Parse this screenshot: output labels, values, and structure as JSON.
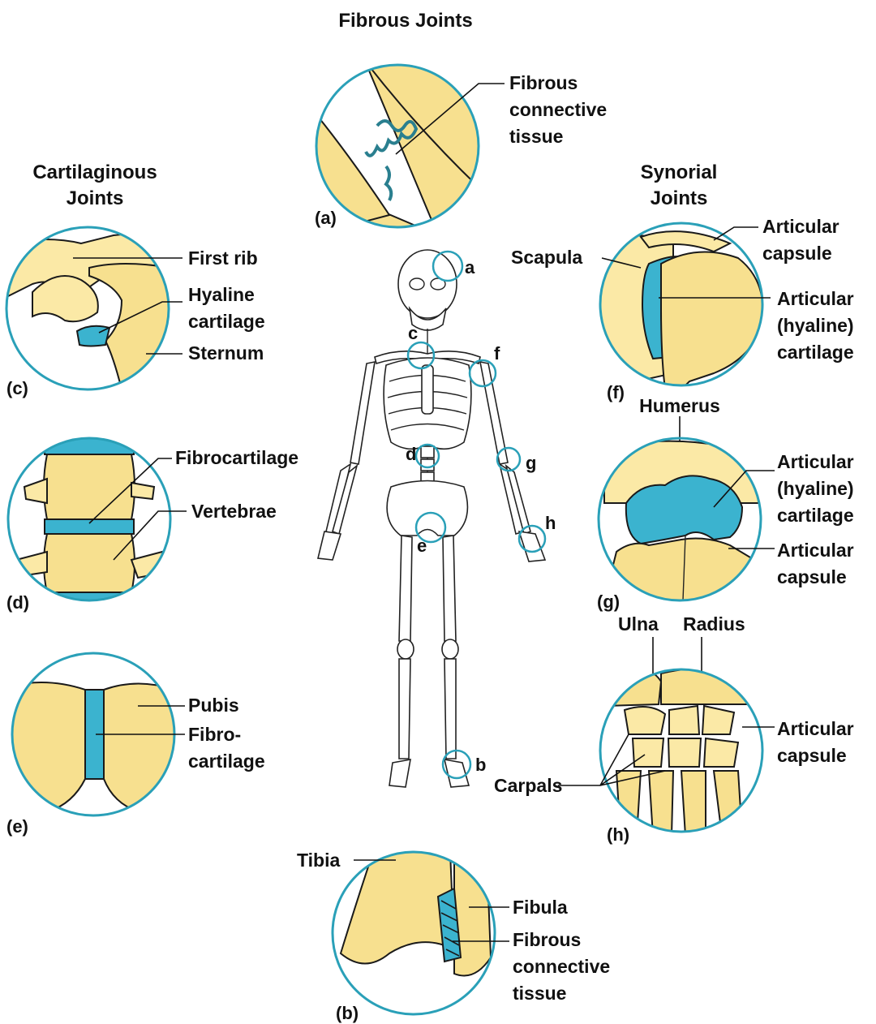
{
  "headings": {
    "fibrous": "Fibrous Joints",
    "cartilaginous_1": "Cartilaginous",
    "cartilaginous_2": "Joints",
    "synovial_1": "Synorial",
    "synovial_2": "Joints"
  },
  "panel_a": {
    "tag": "(a)",
    "label_1": "Fibrous",
    "label_2": "connective",
    "label_3": "tissue"
  },
  "panel_b": {
    "tag": "(b)",
    "tibia": "Tibia",
    "fibula": "Fibula",
    "tissue_1": "Fibrous",
    "tissue_2": "connective",
    "tissue_3": "tissue"
  },
  "panel_c": {
    "tag": "(c)",
    "first_rib": "First rib",
    "hyaline_1": "Hyaline",
    "hyaline_2": "cartilage",
    "sternum": "Sternum"
  },
  "panel_d": {
    "tag": "(d)",
    "fibrocartilage": "Fibrocartilage",
    "vertebrae": "Vertebrae"
  },
  "panel_e": {
    "tag": "(e)",
    "pubis": "Pubis",
    "fibro_1": "Fibro-",
    "fibro_2": "cartilage"
  },
  "panel_f": {
    "tag": "(f)",
    "scapula": "Scapula",
    "capsule_1": "Articular",
    "capsule_2": "capsule",
    "cart_1": "Articular",
    "cart_2": "(hyaline)",
    "cart_3": "cartilage"
  },
  "panel_g": {
    "tag": "(g)",
    "humerus": "Humerus",
    "cart_1": "Articular",
    "cart_2": "(hyaline)",
    "cart_3": "cartilage",
    "capsule_1": "Articular",
    "capsule_2": "capsule"
  },
  "panel_h": {
    "tag": "(h)",
    "ulna": "Ulna",
    "radius": "Radius",
    "capsule_1": "Articular",
    "capsule_2": "capsule",
    "carpals": "Carpals"
  },
  "skeleton_keys": {
    "a": "a",
    "b": "b",
    "c": "c",
    "d": "d",
    "e": "e",
    "f": "f",
    "g": "g",
    "h": "h"
  },
  "colors": {
    "bone": "#f7e08f",
    "cartilage": "#3bb3cf",
    "ring": "#2aa0b8"
  }
}
